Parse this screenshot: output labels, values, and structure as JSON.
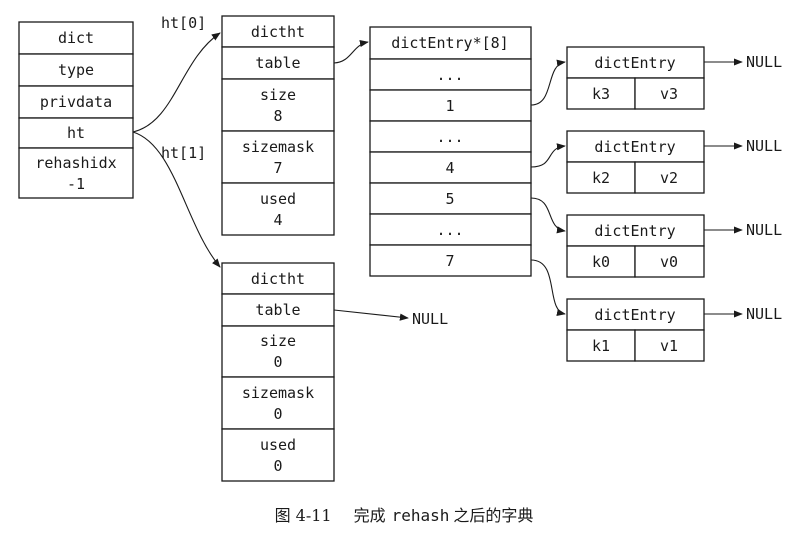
{
  "dict": {
    "fields": [
      "dict",
      "type",
      "privdata",
      "ht"
    ],
    "rehashidx_label": "rehashidx",
    "rehashidx_value": "-1"
  },
  "ht0": {
    "label": "ht[0]",
    "header": "dictht",
    "table": "table",
    "size_label": "size",
    "size_value": "8",
    "sizemask_label": "sizemask",
    "sizemask_value": "7",
    "used_label": "used",
    "used_value": "4"
  },
  "ht1": {
    "label": "ht[1]",
    "header": "dictht",
    "table": "table",
    "table_target": "NULL",
    "size_label": "size",
    "size_value": "0",
    "sizemask_label": "sizemask",
    "sizemask_value": "0",
    "used_label": "used",
    "used_value": "0"
  },
  "bucket_array": {
    "header": "dictEntry*[8]",
    "slots": [
      "...",
      "1",
      "...",
      "4",
      "5",
      "...",
      "7"
    ]
  },
  "entries": [
    {
      "header": "dictEntry",
      "key": "k3",
      "value": "v3",
      "next": "NULL"
    },
    {
      "header": "dictEntry",
      "key": "k2",
      "value": "v2",
      "next": "NULL"
    },
    {
      "header": "dictEntry",
      "key": "k0",
      "value": "v0",
      "next": "NULL"
    },
    {
      "header": "dictEntry",
      "key": "k1",
      "value": "v1",
      "next": "NULL"
    }
  ],
  "caption": {
    "figure": "图 4-11",
    "prefix": "完成",
    "code": "rehash",
    "suffix": "之后的字典"
  }
}
